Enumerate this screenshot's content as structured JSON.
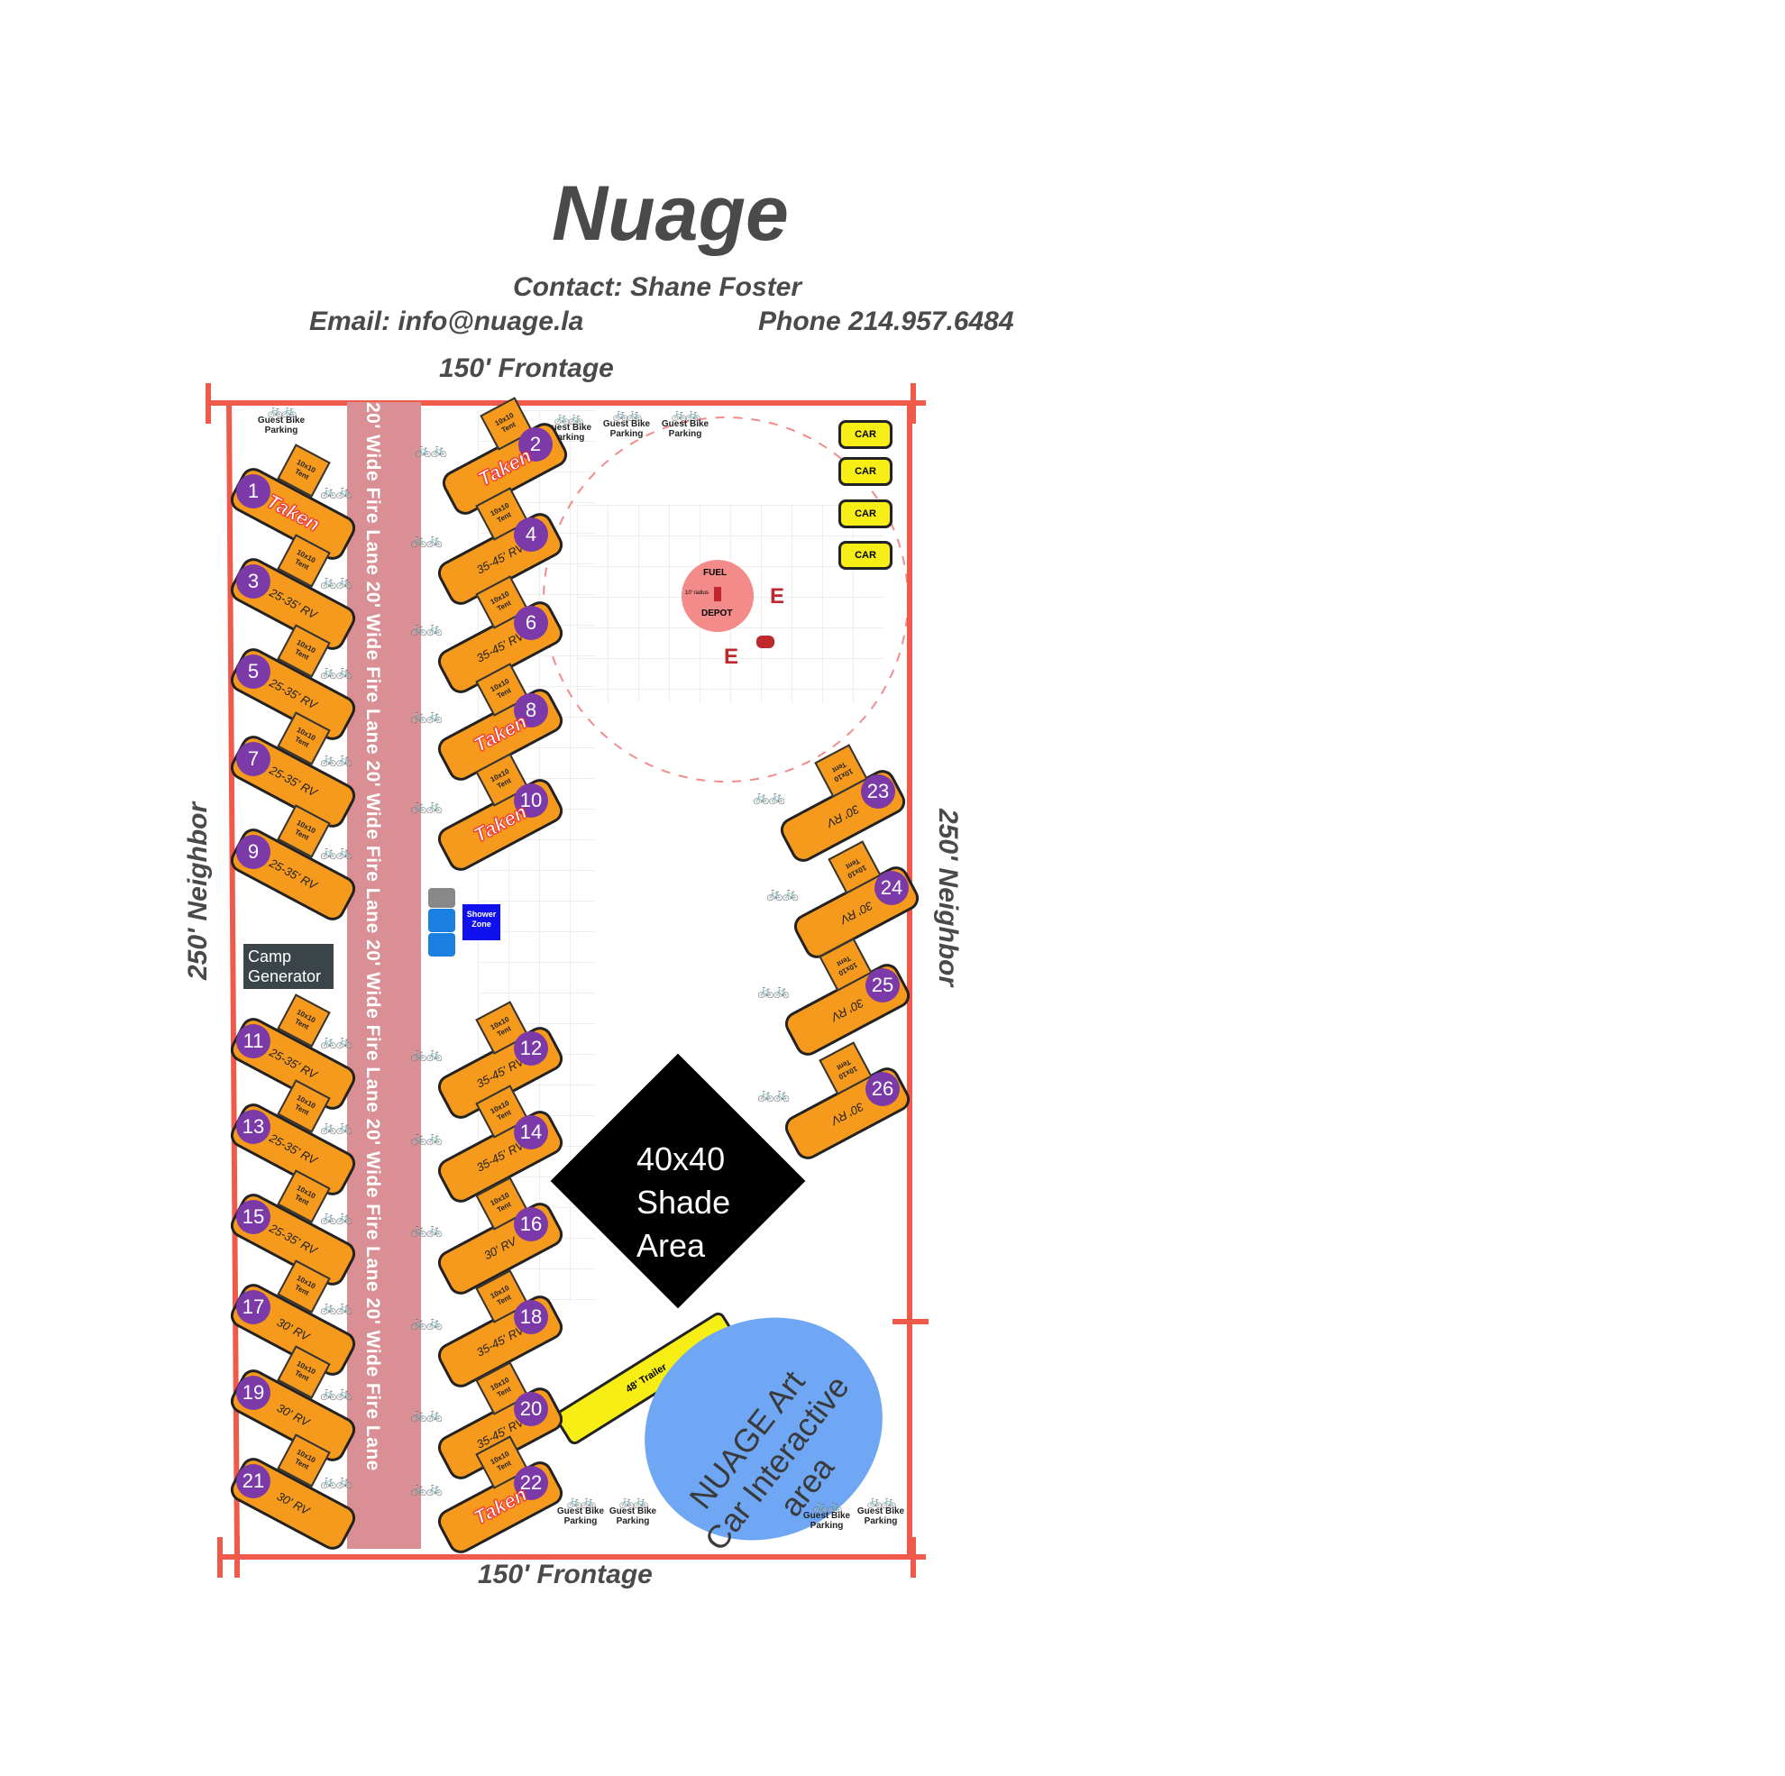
{
  "header": {
    "title": "Nuage",
    "contact": "Contact: Shane Foster",
    "email": "Email: info@nuage.la",
    "phone": "Phone 214.957.6484"
  },
  "boundary": {
    "top": "150' Frontage",
    "bottom": "150' Frontage",
    "left": "250'  Neighbor",
    "right": "250' Neighbor"
  },
  "fire_lane": "20' Wide Fire Lane  20' Wide Fire Lane  20' Wide Fire Lane 20' Wide Fire Lane  20' Wide Fire Lane  20' Wide Fire Lane",
  "sites": [
    {
      "num": "1",
      "rv": "",
      "tent": "10x10 Tent",
      "taken": "Taken"
    },
    {
      "num": "2",
      "rv": "",
      "tent": "10x10 Tent",
      "taken": "Taken"
    },
    {
      "num": "3",
      "rv": "25-35' RV",
      "tent": "10x10 Tent",
      "taken": ""
    },
    {
      "num": "4",
      "rv": "35-45' RV",
      "tent": "10x10 Tent",
      "taken": ""
    },
    {
      "num": "5",
      "rv": "25-35' RV",
      "tent": "10x10 Tent",
      "taken": ""
    },
    {
      "num": "6",
      "rv": "35-45' RV",
      "tent": "10x10 Tent",
      "taken": ""
    },
    {
      "num": "7",
      "rv": "25-35' RV",
      "tent": "10x10 Tent",
      "taken": ""
    },
    {
      "num": "8",
      "rv": "",
      "tent": "10x10 Tent",
      "taken": "Taken"
    },
    {
      "num": "9",
      "rv": "25-35' RV",
      "tent": "10x10 Tent",
      "taken": ""
    },
    {
      "num": "10",
      "rv": "",
      "tent": "10x10 Tent",
      "taken": "Taken"
    },
    {
      "num": "11",
      "rv": "25-35' RV",
      "tent": "10x10 Tent",
      "taken": ""
    },
    {
      "num": "12",
      "rv": "35-45' RV",
      "tent": "10x10 Tent",
      "taken": ""
    },
    {
      "num": "13",
      "rv": "25-35' RV",
      "tent": "10x10 Tent",
      "taken": ""
    },
    {
      "num": "14",
      "rv": "35-45' RV",
      "tent": "10x10 Tent",
      "taken": ""
    },
    {
      "num": "15",
      "rv": "25-35' RV",
      "tent": "10x10 Tent",
      "taken": ""
    },
    {
      "num": "16",
      "rv": "30' RV",
      "tent": "10x10 Tent",
      "taken": ""
    },
    {
      "num": "17",
      "rv": "30' RV",
      "tent": "10x10 Tent",
      "taken": ""
    },
    {
      "num": "18",
      "rv": "35-45' RV",
      "tent": "10x10 Tent",
      "taken": ""
    },
    {
      "num": "19",
      "rv": "30' RV",
      "tent": "10x10 Tent",
      "taken": ""
    },
    {
      "num": "20",
      "rv": "35-45' RV",
      "tent": "10x10 Tent",
      "taken": ""
    },
    {
      "num": "21",
      "rv": "30' RV",
      "tent": "10x10 Tent",
      "taken": ""
    },
    {
      "num": "22",
      "rv": "",
      "tent": "10x10 Tent",
      "taken": "Taken"
    },
    {
      "num": "23",
      "rv": "30' RV",
      "tent": "10x10 Tent",
      "taken": ""
    },
    {
      "num": "24",
      "rv": "30' RV",
      "tent": "10x10 Tent",
      "taken": ""
    },
    {
      "num": "25",
      "rv": "30' RV",
      "tent": "10x10 Tent",
      "taken": ""
    },
    {
      "num": "26",
      "rv": "30' RV",
      "tent": "10x10 Tent",
      "taken": ""
    }
  ],
  "guest_bike_parking": "Guest Bike Parking",
  "car_label": "CAR",
  "fuel_depot": {
    "line1": "FUEL",
    "line2": "DEPOT",
    "radius": "10' radius"
  },
  "extinguisher_marker": "E",
  "camp_generator": "Camp Generator",
  "shower_zone": "Shower Zone",
  "shade_area": "40x40 Shade Area",
  "trailer": "48' Trailer",
  "art_car_area": "NUAGE Art Car Interactive area",
  "colors": {
    "boundary": "#f05a4a",
    "fire_lane": "#d98f94",
    "rv_site": "#f59a1d",
    "site_number": "#7b3aa8",
    "car": "#f6ee14",
    "fuel_depot": "#f38b8b",
    "shade": "#000000",
    "art_car_area": "#6fa7f4",
    "shower": "#1010ee",
    "generator": "#3b4449"
  }
}
